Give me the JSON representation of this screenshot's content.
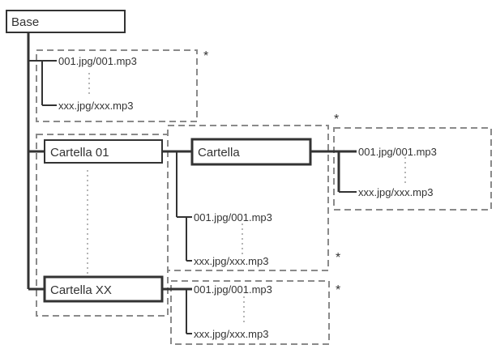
{
  "root": {
    "label": "Base"
  },
  "folders": {
    "folder01": "Cartella 01",
    "folderXX": "Cartella XX",
    "subfolder": "Cartella"
  },
  "files": {
    "first": "001.jpg/001.mp3",
    "last": "xxx.jpg/xxx.mp3"
  },
  "marker": "*",
  "colors": {
    "line": "#333333",
    "dashed": "#8a8a8a",
    "dotted": "#b5b5b5",
    "text": "#333333"
  }
}
